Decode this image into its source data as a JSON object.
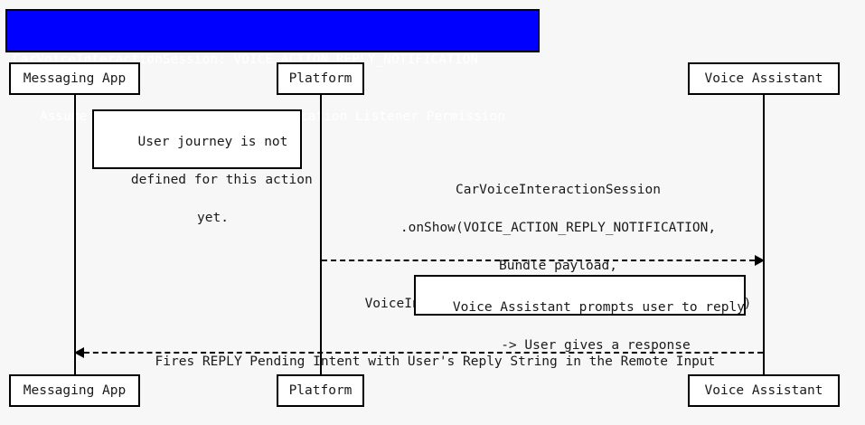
{
  "diagram": {
    "type": "sequence-diagram",
    "background_color": "#f7f7f7",
    "line_color": "#000000",
    "text_color": "#1a1a1a"
  },
  "title": {
    "background_color": "#0000ff",
    "text_color": "#ffffff",
    "line1": "CarVoiceInteractionSession: VOICE_ACTION_REPLY_NOTIFICATION",
    "line2": "Assume Voice Assistant has Notification Listener Permission"
  },
  "participants": [
    {
      "id": "messaging-app",
      "label": "Messaging App"
    },
    {
      "id": "platform",
      "label": "Platform"
    },
    {
      "id": "voice-assistant",
      "label": "Voice Assistant"
    }
  ],
  "participants_bottom": [
    {
      "id": "messaging-app",
      "label": "Messaging App"
    },
    {
      "id": "platform",
      "label": "Platform"
    },
    {
      "id": "voice-assistant",
      "label": "Voice Assistant"
    }
  ],
  "notes": [
    {
      "id": "user-journey-note",
      "line1": "User journey is not",
      "line2": "defined for this action",
      "line3": "yet."
    },
    {
      "id": "prompt-note",
      "line1": "Voice Assistant prompts user to reply",
      "line2": "-> User gives a response"
    }
  ],
  "messages": [
    {
      "id": "onshow-message",
      "from": "platform",
      "to": "voice-assistant",
      "direction": "right",
      "style": "dashed",
      "line1": "CarVoiceInteractionSession",
      "line2": ".onShow(VOICE_ACTION_REPLY_NOTIFICATION,",
      "line3": "Bundle payload,",
      "line4": "VoiceInteractionSession.SHOW_SOURCE_NOTIFICATION)"
    },
    {
      "id": "reply-intent-message",
      "from": "voice-assistant",
      "to": "messaging-app",
      "direction": "left",
      "style": "dashed",
      "line1": "Fires REPLY Pending Intent with User's Reply String in the Remote Input"
    }
  ]
}
